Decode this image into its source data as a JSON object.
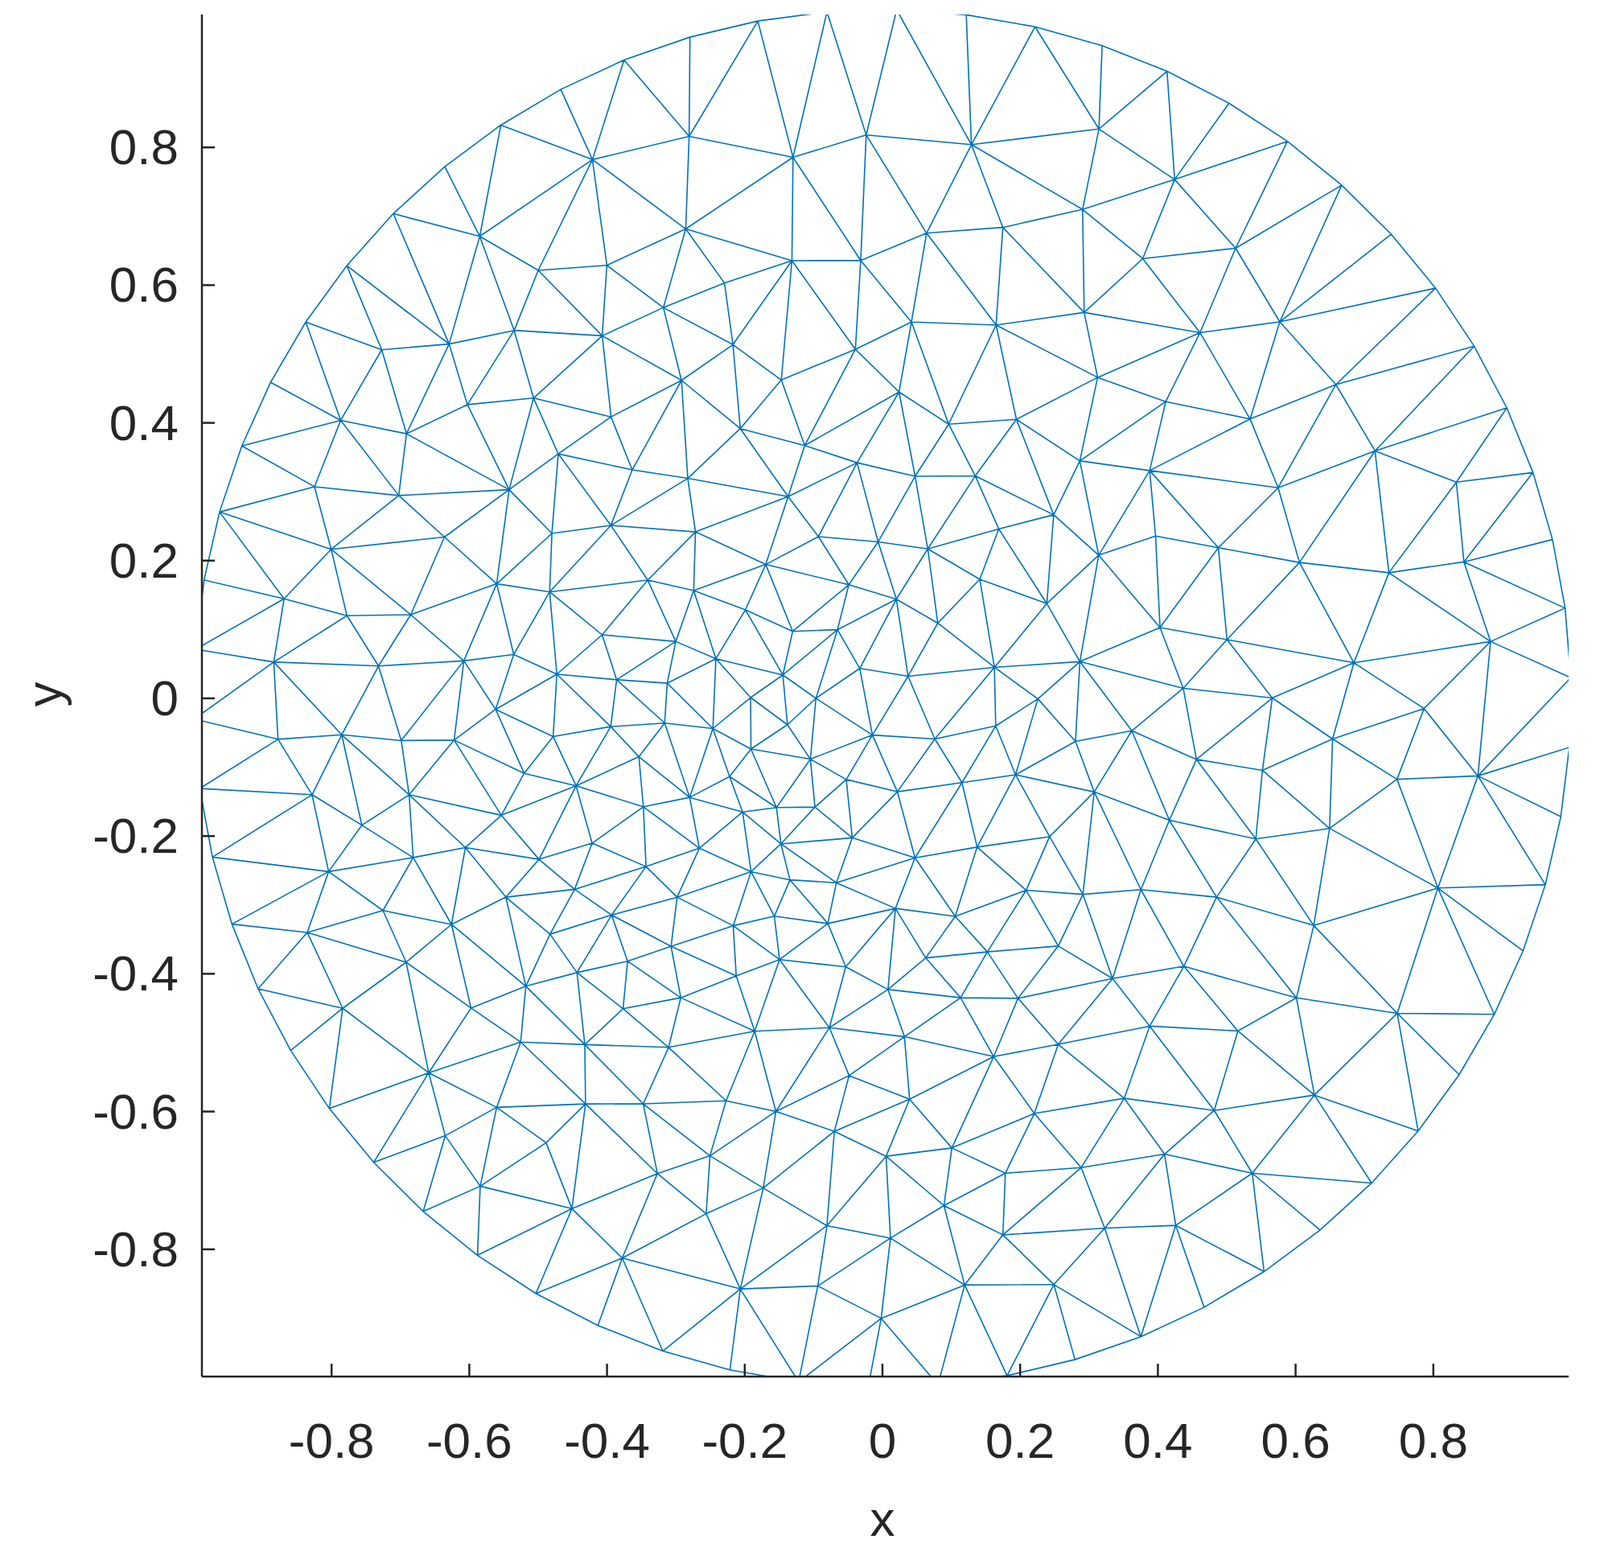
{
  "diagram": {
    "labels": [
      "0.8",
      "0.6",
      "0.4",
      "0.2",
      "0",
      "-0.2",
      "-0.4",
      "-0.6",
      "-0.8",
      "-0.8",
      "-0.6",
      "-0.4",
      "-0.2",
      "0",
      "0.2",
      "0.4",
      "0.6",
      "0.8",
      "y",
      "x"
    ]
  }
}
